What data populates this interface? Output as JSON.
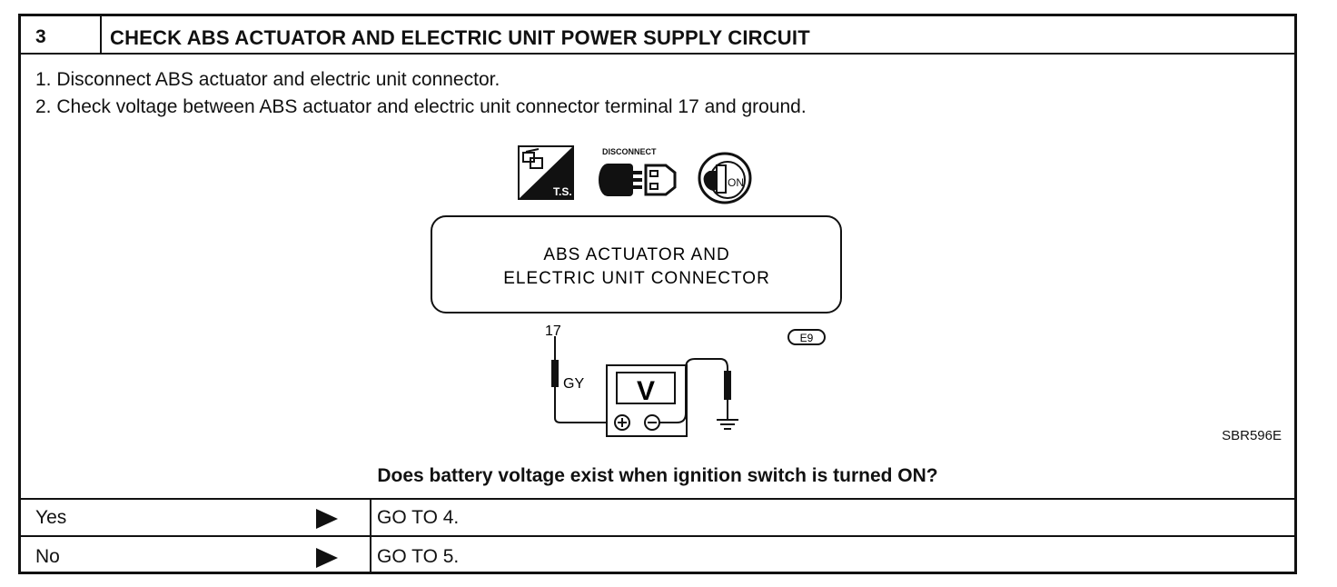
{
  "step": {
    "number": "3",
    "title": "CHECK ABS ACTUATOR AND ELECTRIC UNIT POWER SUPPLY CIRCUIT"
  },
  "instructions": [
    "1.  Disconnect ABS actuator and electric unit connector.",
    "2.  Check voltage between ABS actuator and electric unit connector terminal 17 and ground."
  ],
  "diagram": {
    "icons": [
      "tool-ts-icon",
      "disconnect-connector-icon",
      "ignition-key-on-icon"
    ],
    "disconnect_label": "DISCONNECT",
    "ts_label": "T.S.",
    "on_label": "ON",
    "connector_line1": "ABS ACTUATOR AND",
    "connector_line2": "ELECTRIC UNIT CONNECTOR",
    "terminal": "17",
    "wire_color": "GY",
    "connector_id": "E9",
    "meter_label": "V",
    "figure_code": "SBR596E"
  },
  "question": "Does battery voltage exist when ignition switch is turned ON?",
  "answers": [
    {
      "label": "Yes",
      "action": "GO TO 4."
    },
    {
      "label": "No",
      "action": "GO TO 5."
    }
  ]
}
